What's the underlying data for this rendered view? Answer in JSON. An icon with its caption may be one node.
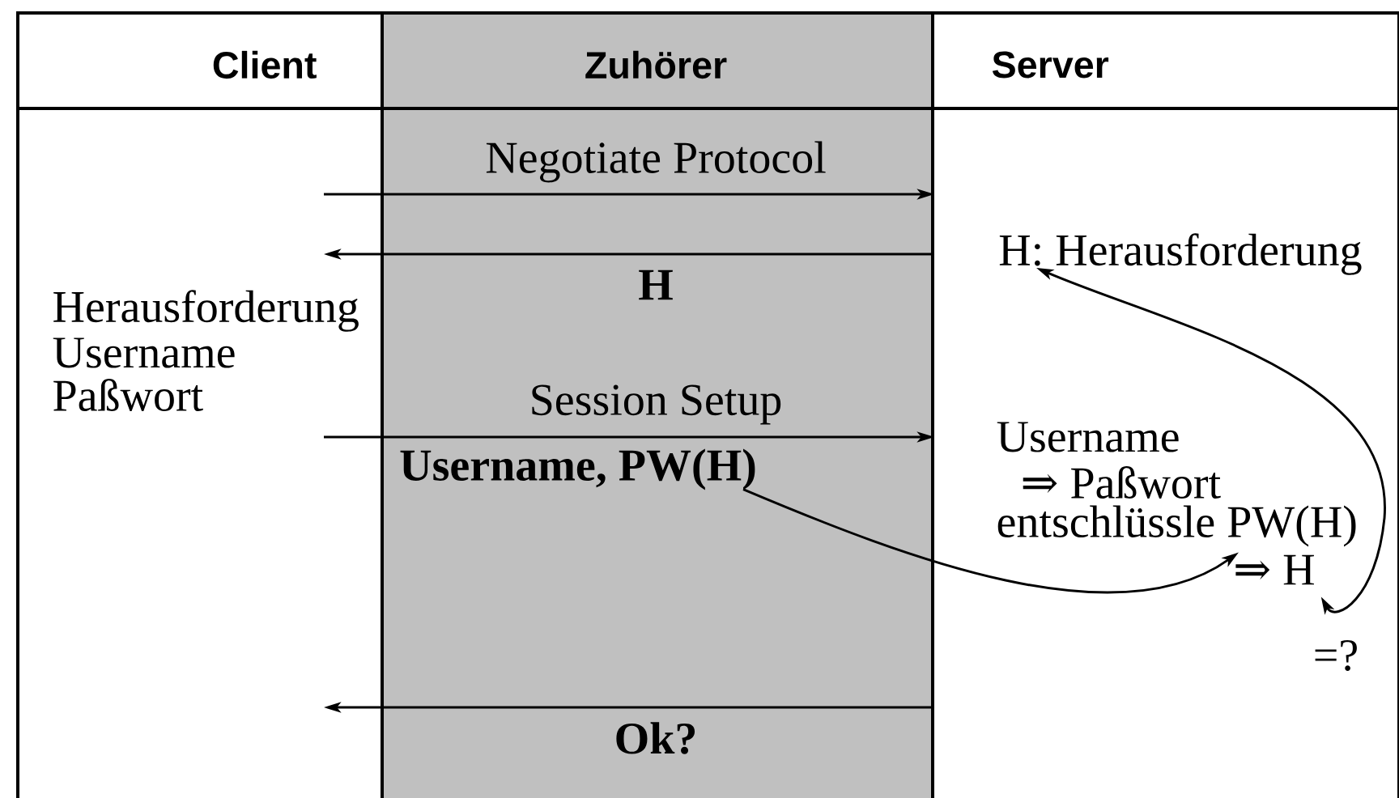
{
  "diagram": {
    "nodes": [
      {
        "text": [
          "Client"
        ]
      },
      {
        "text": [
          "Zuhörer"
        ]
      },
      {
        "text": [
          "Server"
        ]
      },
      {
        "text": [
          "Username, PW(H)"
        ],
        "in": 1
      },
      {
        "text": [
          "H: Herausforderung"
        ],
        "in": 2
      },
      {
        "text": [
          "⇒ H"
        ],
        "in": 2
      }
    ],
    "edges": [
      {
        "from": 0,
        "to": 2,
        "arrow": "to",
        "label": "Negotiate Protocol"
      },
      {
        "from": 2,
        "to": 0,
        "arrow": "to",
        "label": "H"
      },
      {
        "from": 0,
        "to": 2,
        "arrow": "to",
        "label": "Session Setup"
      },
      {
        "from": 2,
        "to": 0,
        "arrow": "to",
        "label": "Ok?"
      },
      {
        "from": 3,
        "to": 5,
        "arrow": "to"
      },
      {
        "from": 5,
        "to": 4,
        "arrow": "both",
        "label": "=?"
      }
    ],
    "labels": [
      "Herausforderung",
      "Username",
      "Paßwort",
      "Username",
      "⇒ Paßwort",
      "entschlüssle PW(H)"
    ]
  }
}
